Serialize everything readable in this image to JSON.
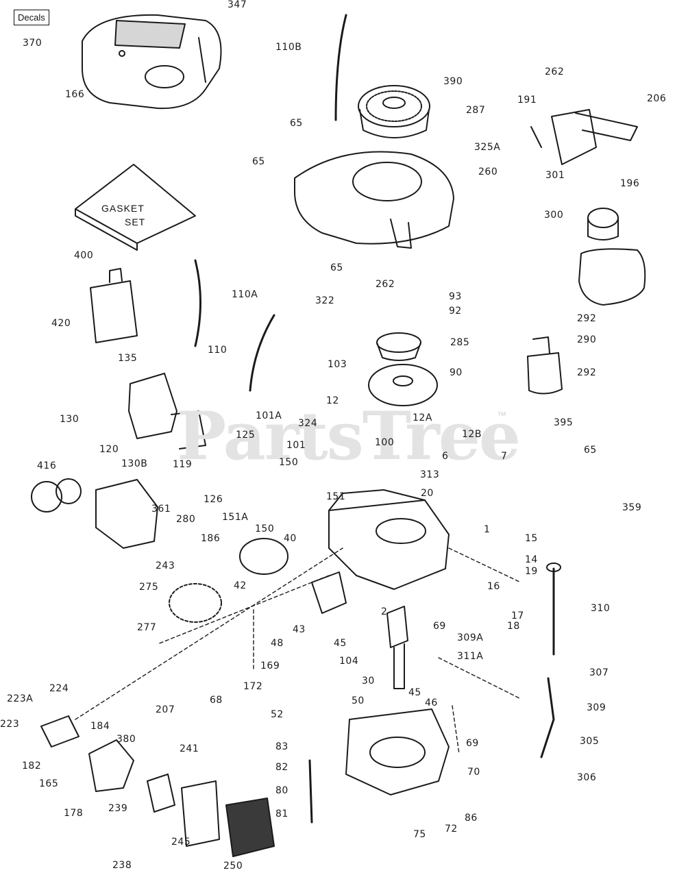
{
  "diagram": {
    "decals_label": "Decals",
    "watermark": "PartsTree",
    "watermark_tm": "™",
    "gasket_set_line1": "GASKET",
    "gasket_set_line2": "SET",
    "labels": [
      {
        "id": "347",
        "text": "347"
      },
      {
        "id": "370",
        "text": "370"
      },
      {
        "id": "166",
        "text": "166"
      },
      {
        "id": "110B",
        "text": "110B"
      },
      {
        "id": "390",
        "text": "390"
      },
      {
        "id": "287",
        "text": "287"
      },
      {
        "id": "262a",
        "text": "262"
      },
      {
        "id": "191",
        "text": "191"
      },
      {
        "id": "206",
        "text": "206"
      },
      {
        "id": "65a",
        "text": "65"
      },
      {
        "id": "325A",
        "text": "325A"
      },
      {
        "id": "65b",
        "text": "65"
      },
      {
        "id": "260",
        "text": "260"
      },
      {
        "id": "301",
        "text": "301"
      },
      {
        "id": "196",
        "text": "196"
      },
      {
        "id": "300",
        "text": "300"
      },
      {
        "id": "400",
        "text": "400"
      },
      {
        "id": "65c",
        "text": "65"
      },
      {
        "id": "262b",
        "text": "262"
      },
      {
        "id": "110A",
        "text": "110A"
      },
      {
        "id": "322",
        "text": "322"
      },
      {
        "id": "93",
        "text": "93"
      },
      {
        "id": "92",
        "text": "92"
      },
      {
        "id": "292a",
        "text": "292"
      },
      {
        "id": "420",
        "text": "420"
      },
      {
        "id": "290",
        "text": "290"
      },
      {
        "id": "285",
        "text": "285"
      },
      {
        "id": "110",
        "text": "110"
      },
      {
        "id": "135",
        "text": "135"
      },
      {
        "id": "103",
        "text": "103"
      },
      {
        "id": "90",
        "text": "90"
      },
      {
        "id": "292b",
        "text": "292"
      },
      {
        "id": "12",
        "text": "12"
      },
      {
        "id": "101A",
        "text": "101A"
      },
      {
        "id": "324",
        "text": "324"
      },
      {
        "id": "12A",
        "text": "12A"
      },
      {
        "id": "12B",
        "text": "12B"
      },
      {
        "id": "395",
        "text": "395"
      },
      {
        "id": "130",
        "text": "130"
      },
      {
        "id": "125",
        "text": "125"
      },
      {
        "id": "101",
        "text": "101"
      },
      {
        "id": "100",
        "text": "100"
      },
      {
        "id": "120",
        "text": "120"
      },
      {
        "id": "130B",
        "text": "130B"
      },
      {
        "id": "119",
        "text": "119"
      },
      {
        "id": "150a",
        "text": "150"
      },
      {
        "id": "6",
        "text": "6"
      },
      {
        "id": "7",
        "text": "7"
      },
      {
        "id": "65d",
        "text": "65"
      },
      {
        "id": "416",
        "text": "416"
      },
      {
        "id": "313",
        "text": "313"
      },
      {
        "id": "20",
        "text": "20"
      },
      {
        "id": "126",
        "text": "126"
      },
      {
        "id": "151",
        "text": "151"
      },
      {
        "id": "361",
        "text": "361"
      },
      {
        "id": "359",
        "text": "359"
      },
      {
        "id": "280",
        "text": "280"
      },
      {
        "id": "151A",
        "text": "151A"
      },
      {
        "id": "1",
        "text": "1"
      },
      {
        "id": "150b",
        "text": "150"
      },
      {
        "id": "40",
        "text": "40"
      },
      {
        "id": "186",
        "text": "186"
      },
      {
        "id": "15",
        "text": "15"
      },
      {
        "id": "243",
        "text": "243"
      },
      {
        "id": "14",
        "text": "14"
      },
      {
        "id": "19",
        "text": "19"
      },
      {
        "id": "42",
        "text": "42"
      },
      {
        "id": "275",
        "text": "275"
      },
      {
        "id": "16",
        "text": "16"
      },
      {
        "id": "310",
        "text": "310"
      },
      {
        "id": "17",
        "text": "17"
      },
      {
        "id": "2",
        "text": "2"
      },
      {
        "id": "277",
        "text": "277"
      },
      {
        "id": "43",
        "text": "43"
      },
      {
        "id": "69a",
        "text": "69"
      },
      {
        "id": "18",
        "text": "18"
      },
      {
        "id": "309A",
        "text": "309A"
      },
      {
        "id": "48",
        "text": "48"
      },
      {
        "id": "45a",
        "text": "45"
      },
      {
        "id": "311A",
        "text": "311A"
      },
      {
        "id": "104",
        "text": "104"
      },
      {
        "id": "169",
        "text": "169"
      },
      {
        "id": "307",
        "text": "307"
      },
      {
        "id": "30",
        "text": "30"
      },
      {
        "id": "224",
        "text": "224"
      },
      {
        "id": "172",
        "text": "172"
      },
      {
        "id": "45b",
        "text": "45"
      },
      {
        "id": "223A",
        "text": "223A"
      },
      {
        "id": "68",
        "text": "68"
      },
      {
        "id": "50",
        "text": "50"
      },
      {
        "id": "46",
        "text": "46"
      },
      {
        "id": "309",
        "text": "309"
      },
      {
        "id": "207",
        "text": "207"
      },
      {
        "id": "223",
        "text": "223"
      },
      {
        "id": "184",
        "text": "184"
      },
      {
        "id": "52",
        "text": "52"
      },
      {
        "id": "380",
        "text": "380"
      },
      {
        "id": "69b",
        "text": "69"
      },
      {
        "id": "305",
        "text": "305"
      },
      {
        "id": "241",
        "text": "241"
      },
      {
        "id": "83",
        "text": "83"
      },
      {
        "id": "182",
        "text": "182"
      },
      {
        "id": "82",
        "text": "82"
      },
      {
        "id": "70",
        "text": "70"
      },
      {
        "id": "306",
        "text": "306"
      },
      {
        "id": "165",
        "text": "165"
      },
      {
        "id": "80",
        "text": "80"
      },
      {
        "id": "178",
        "text": "178"
      },
      {
        "id": "239",
        "text": "239"
      },
      {
        "id": "81",
        "text": "81"
      },
      {
        "id": "86",
        "text": "86"
      },
      {
        "id": "72",
        "text": "72"
      },
      {
        "id": "75",
        "text": "75"
      },
      {
        "id": "245",
        "text": "245"
      },
      {
        "id": "238",
        "text": "238"
      },
      {
        "id": "250",
        "text": "250"
      }
    ]
  }
}
